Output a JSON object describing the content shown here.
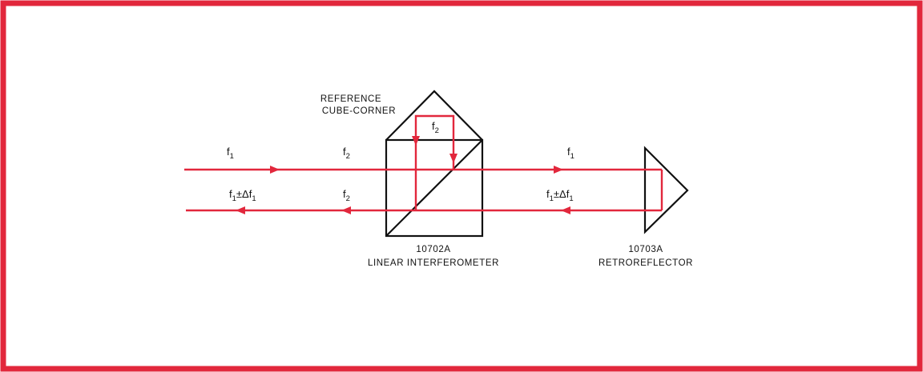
{
  "colors": {
    "border": "#e2273c",
    "beam": "#e2273c",
    "optics": "#111111",
    "background": "#ffffff"
  },
  "reference_cube_corner": {
    "line1": "REFERENCE",
    "line2": "CUBE-CORNER"
  },
  "interferometer": {
    "model": "10702A",
    "name": "LINEAR INTERFEROMETER"
  },
  "retroreflector": {
    "model": "10703A",
    "name": "RETROREFLECTOR"
  },
  "beam_labels": {
    "input_left": {
      "base": "f",
      "sub": "1"
    },
    "input_mid": {
      "base": "f",
      "sub": "2"
    },
    "input_right": {
      "base": "f",
      "sub": "1"
    },
    "ref_path": {
      "base": "f",
      "sub": "2"
    },
    "return_left": {
      "base": "f",
      "sub": "1",
      "shift": "±Δf",
      "shift_sub": "1"
    },
    "return_mid": {
      "base": "f",
      "sub": "2"
    },
    "return_right": {
      "base": "f",
      "sub": "1",
      "shift": "±Δf",
      "shift_sub": "1"
    }
  }
}
